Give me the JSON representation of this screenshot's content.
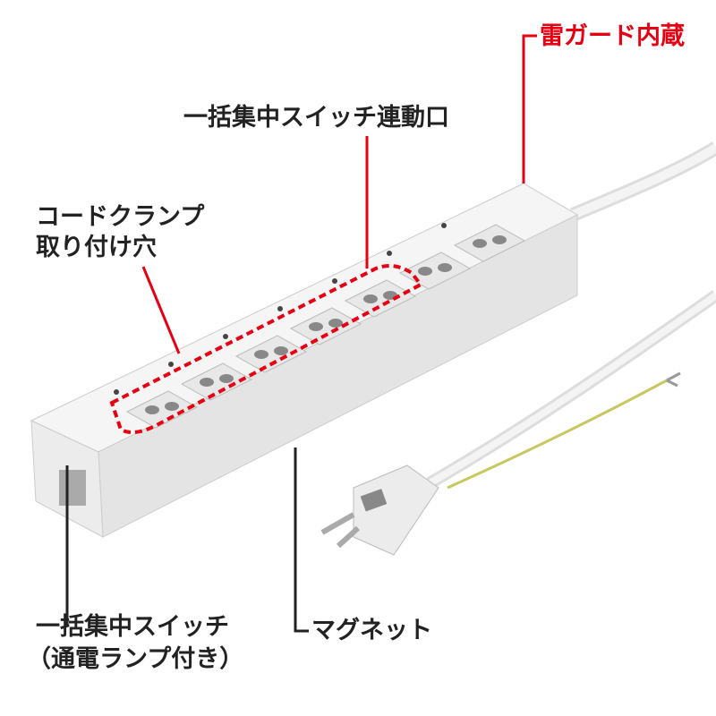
{
  "labels": {
    "lightning_guard": "雷ガード内蔵",
    "linked_outlets": "一括集中スイッチ連動口",
    "cord_clamp_line1": "コードクランプ",
    "cord_clamp_line2": "取り付け穴",
    "master_switch_line1": "一括集中スイッチ",
    "master_switch_line2": "（通電ランプ付き）",
    "magnet": "マグネット"
  },
  "colors": {
    "accent_red": "#e60012",
    "body": "#eeeeee",
    "leader_black": "#222222"
  },
  "outlet_count": 7,
  "linked_outlet_count": 5
}
